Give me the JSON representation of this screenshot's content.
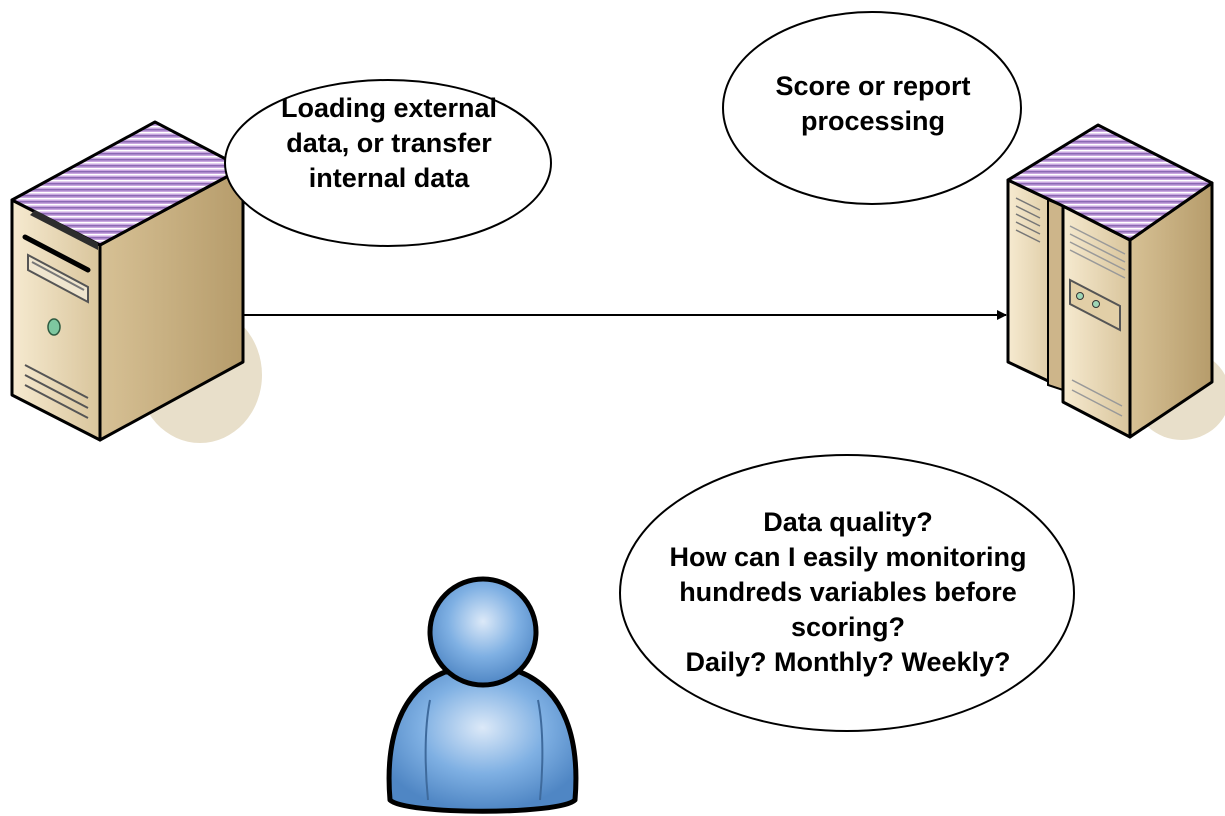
{
  "bubbles": {
    "loading": [
      "Loading external",
      "data, or transfer",
      "internal data"
    ],
    "scoring": [
      "Score or report",
      "processing"
    ],
    "question": [
      "Data quality?",
      "How can I easily monitoring",
      "hundreds variables before",
      "scoring?",
      "Daily? Monthly? Weekly?"
    ]
  },
  "icons": {
    "source_server": "tower-server-icon",
    "target_server": "cabinet-server-icon",
    "user": "user-person-icon",
    "flow": "arrow-right-icon"
  },
  "colors": {
    "server_body": "#ead9b7",
    "server_side": "#c8b282",
    "server_top_stripes": [
      "#b98ed1",
      "#ffffff",
      "#7a5ea0"
    ],
    "shadow": "#e4dcc8",
    "person": "#5e95d0",
    "outline": "#000000"
  }
}
